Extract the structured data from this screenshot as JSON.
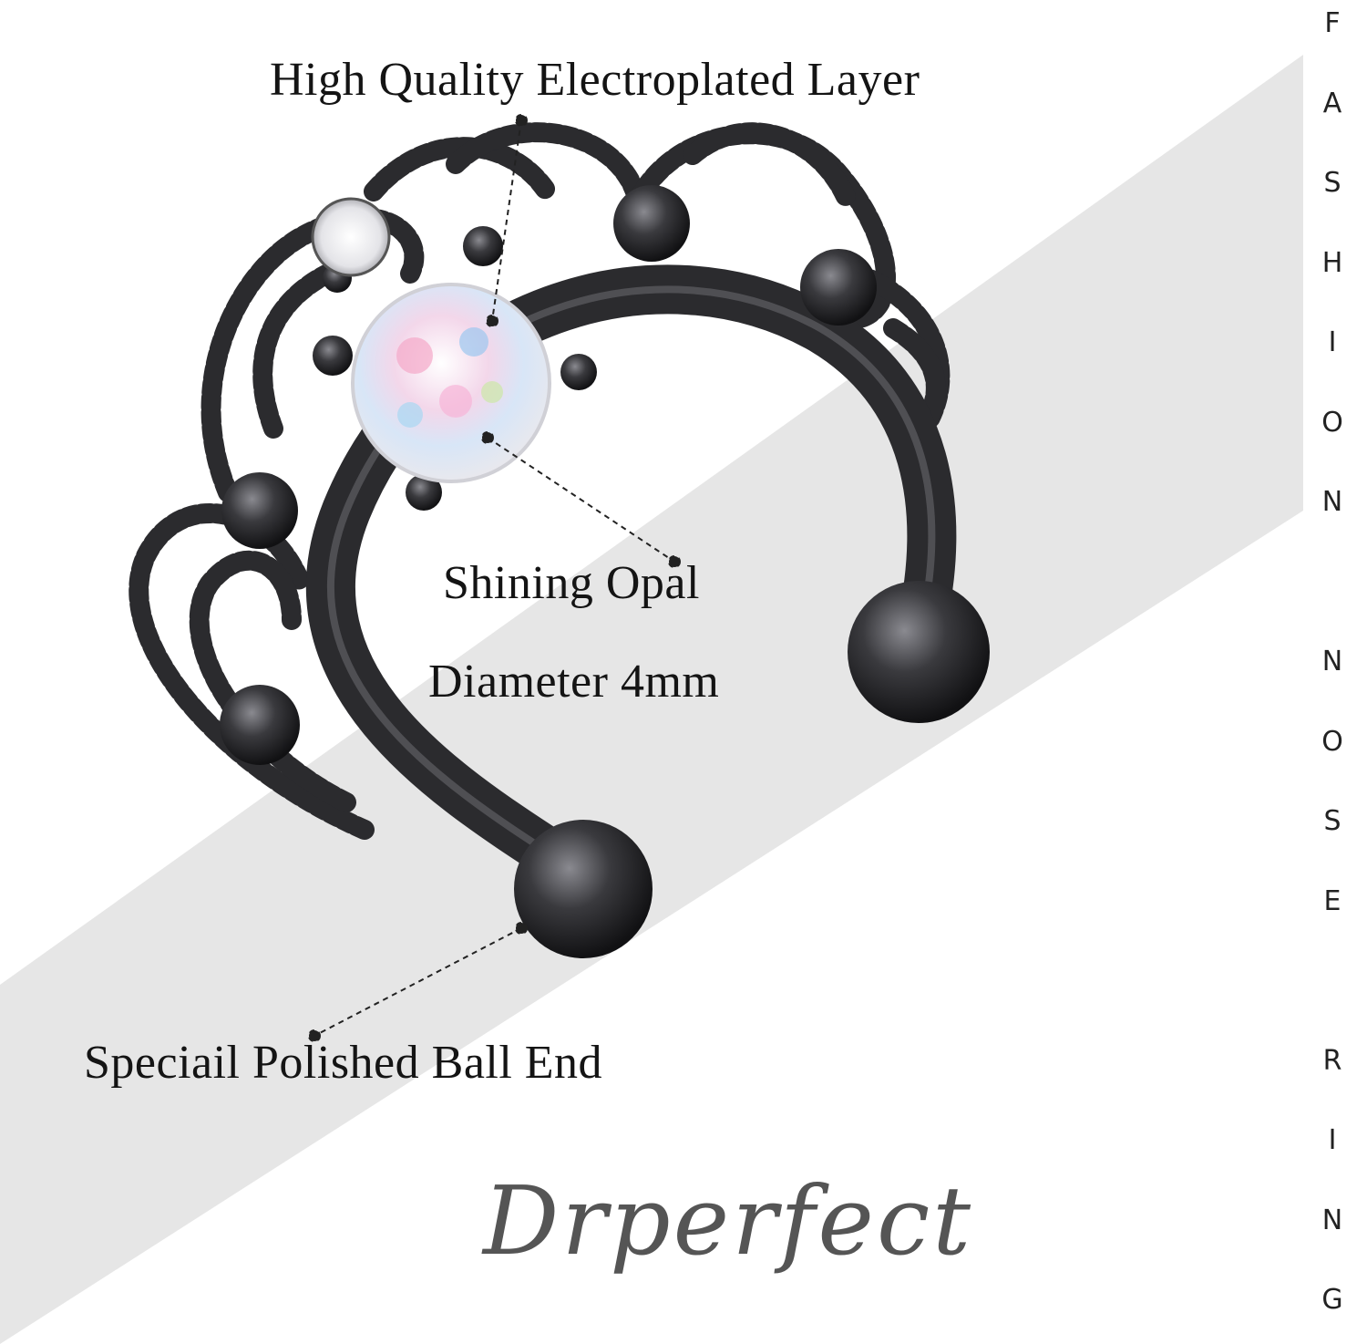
{
  "labels": {
    "electroplated": "High Quality Electroplated Layer",
    "opal": "Shining Opal",
    "diameter": "Diameter 4mm",
    "ball_end": "Speciail Polished Ball End"
  },
  "brand": "Drperfect",
  "vertical_text": [
    "F",
    "A",
    "S",
    "H",
    "I",
    "O",
    "N",
    "",
    "N",
    "O",
    "S",
    "E",
    "",
    "R",
    "I",
    "N",
    "G"
  ],
  "colors": {
    "band": "#e6e6e6",
    "metal": "#2b2b2e",
    "metal_highlight": "#6d6d72",
    "opal": "#f2f0f5",
    "text": "#141414",
    "brand": "#555555"
  }
}
